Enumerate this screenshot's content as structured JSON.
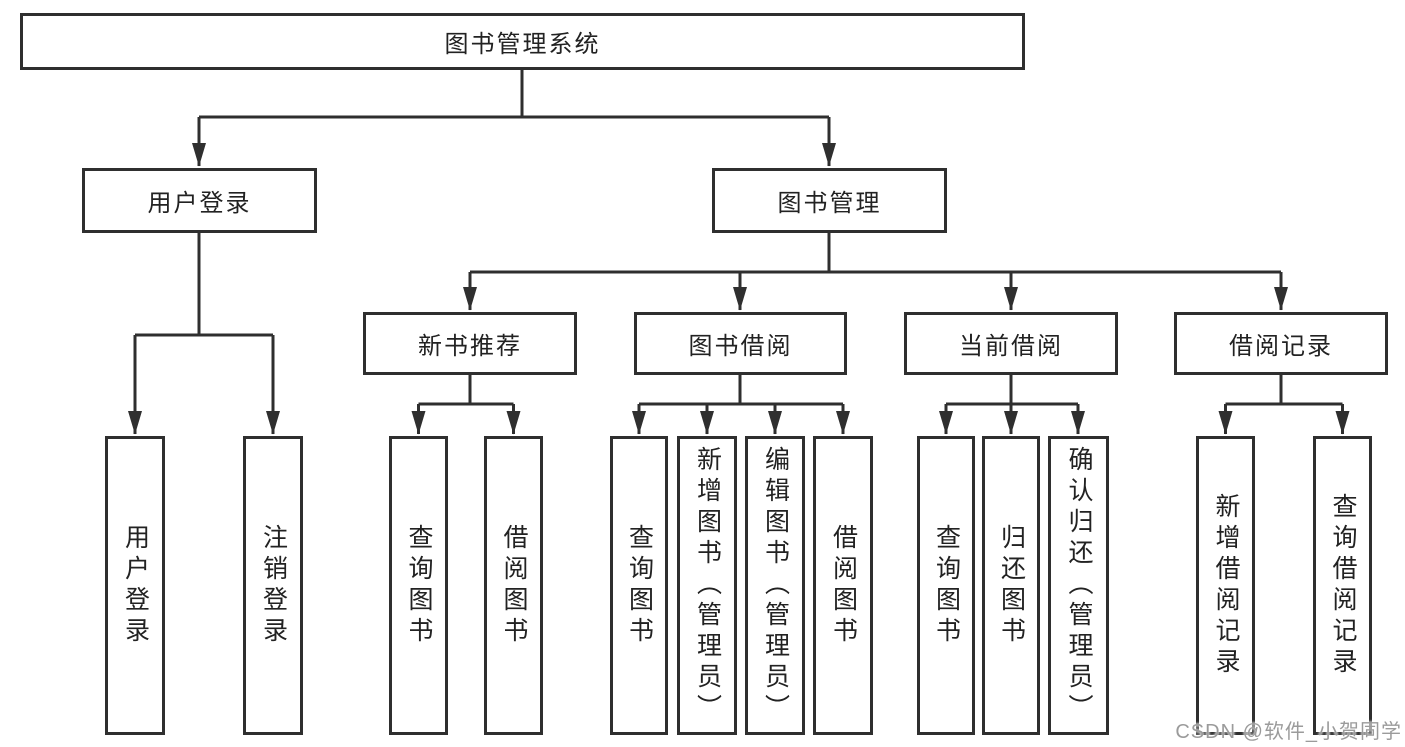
{
  "colors": {
    "line": "#2f2f2f",
    "box-border": "#2f2f2f",
    "text": "#222222",
    "background": "#ffffff",
    "watermark": "#9b9b9b"
  },
  "watermark": {
    "text": "CSDN @软件_小贺同学"
  },
  "tree": {
    "root": {
      "label": "图书管理系统",
      "children": [
        {
          "label": "用户登录",
          "children": [
            {
              "label": "用户登录"
            },
            {
              "label": "注销登录"
            }
          ]
        },
        {
          "label": "图书管理",
          "children": [
            {
              "label": "新书推荐",
              "children": [
                {
                  "label": "查询图书"
                },
                {
                  "label": "借阅图书"
                }
              ]
            },
            {
              "label": "图书借阅",
              "children": [
                {
                  "label": "查询图书"
                },
                {
                  "label": "新增图书（管理员）"
                },
                {
                  "label": "编辑图书（管理员）"
                },
                {
                  "label": "借阅图书"
                }
              ]
            },
            {
              "label": "当前借阅",
              "children": [
                {
                  "label": "查询图书"
                },
                {
                  "label": "归还图书"
                },
                {
                  "label": "确认归还（管理员）"
                }
              ]
            },
            {
              "label": "借阅记录",
              "children": [
                {
                  "label": "新增借阅记录"
                },
                {
                  "label": "查询借阅记录"
                }
              ]
            }
          ]
        }
      ]
    }
  }
}
